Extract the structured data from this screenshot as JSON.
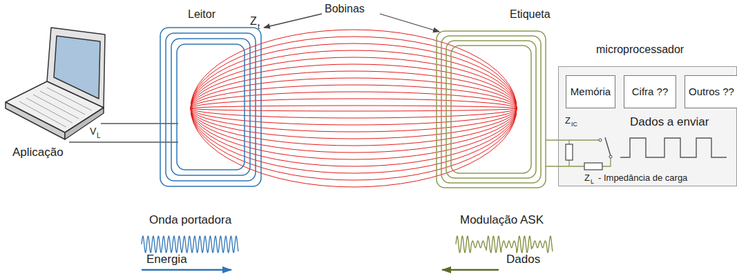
{
  "diagram": {
    "nodes": [
      {
        "text": [
          "microprocessador"
        ]
      },
      {
        "text": [
          "Memória"
        ],
        "in": 0
      },
      {
        "text": [
          "Cifra ??"
        ],
        "in": 0
      },
      {
        "text": [
          "Outros ??"
        ],
        "in": 0
      }
    ],
    "labels": [
      "Leitor",
      "Bobinas",
      "Etiqueta",
      "Z",
      "t",
      "V",
      "L",
      "Aplicação",
      "Onda portadora",
      "Energia",
      "Modulação ASK",
      "Dados",
      "Z",
      "IC",
      "Dados a enviar",
      "Z",
      "L",
      "- Impedância de carga"
    ]
  }
}
